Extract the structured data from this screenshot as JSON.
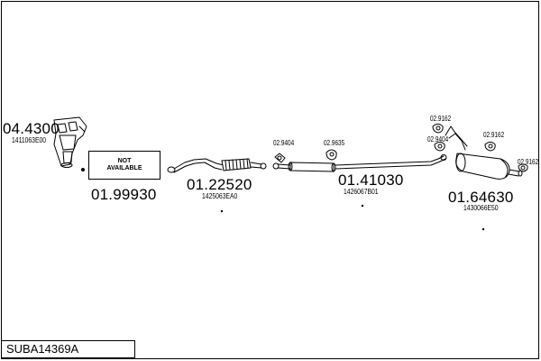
{
  "parts": {
    "manifold": {
      "part_number": "04.4300",
      "ref": "1411063E00"
    },
    "not_available": {
      "line1": "NOT",
      "line2": "AVAILABLE",
      "part_number": "01.99930"
    },
    "front_pipe": {
      "part_number": "01.22520",
      "ref": "1425063EA0"
    },
    "middle_silencer": {
      "part_number": "01.41030",
      "ref": "1426067B01"
    },
    "rear_silencer": {
      "part_number": "01.64630",
      "ref": "1430066E50"
    }
  },
  "mountings": {
    "m1": "02.9404",
    "m2": "02.9635",
    "m3": "02.9162",
    "m4": "02.9404",
    "m5": "02.9162",
    "m6": "02.9162"
  },
  "kit_code": "SUBA14369A"
}
